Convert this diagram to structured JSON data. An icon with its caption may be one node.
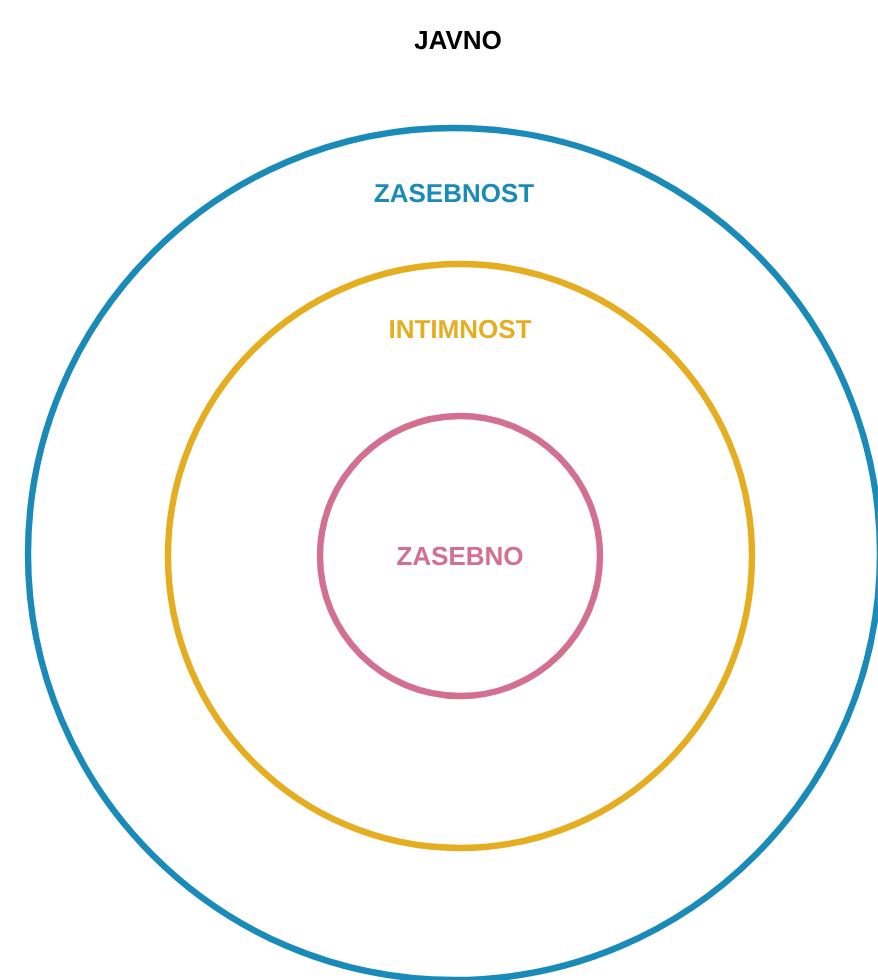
{
  "diagram": {
    "nodes": [
      {
        "text": [
          "ZASEBNOST"
        ]
      },
      {
        "text": [
          "INTIMNOST"
        ],
        "in": 0
      },
      {
        "text": [
          "ZASEBNO"
        ],
        "in": 1
      }
    ],
    "labels": [
      "JAVNO"
    ]
  }
}
